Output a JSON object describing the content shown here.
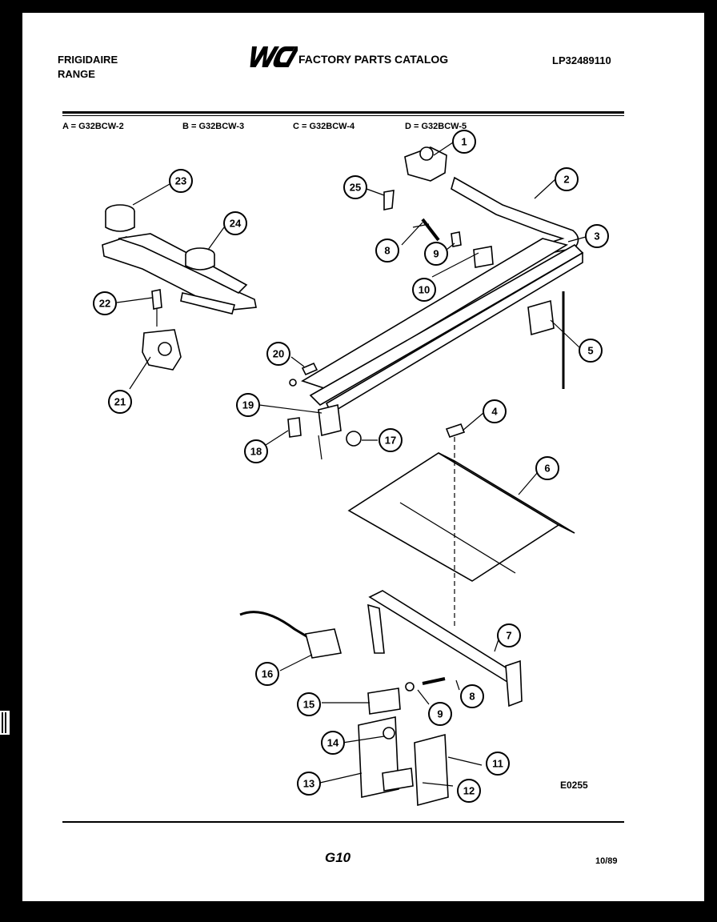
{
  "header": {
    "brand_line1": "FRIGIDAIRE",
    "brand_line2": "RANGE",
    "logo_text": "WCI",
    "catalog_title": "FACTORY PARTS CATALOG",
    "model_number": "LP32489110"
  },
  "variants": [
    {
      "label": "A = G32BCW-2"
    },
    {
      "label": "B = G32BCW-3"
    },
    {
      "label": "C = G32BCW-4"
    },
    {
      "label": "D = G32BCW-5"
    }
  ],
  "callouts": [
    "1",
    "2",
    "3",
    "4",
    "5",
    "6",
    "7",
    "8",
    "9",
    "10",
    "11",
    "12",
    "13",
    "14",
    "15",
    "16",
    "17",
    "18",
    "19",
    "20",
    "21",
    "22",
    "23",
    "24",
    "25",
    "8",
    "9"
  ],
  "footer": {
    "drawing_code": "E0255",
    "page_id": "G10",
    "date": "10/89"
  }
}
